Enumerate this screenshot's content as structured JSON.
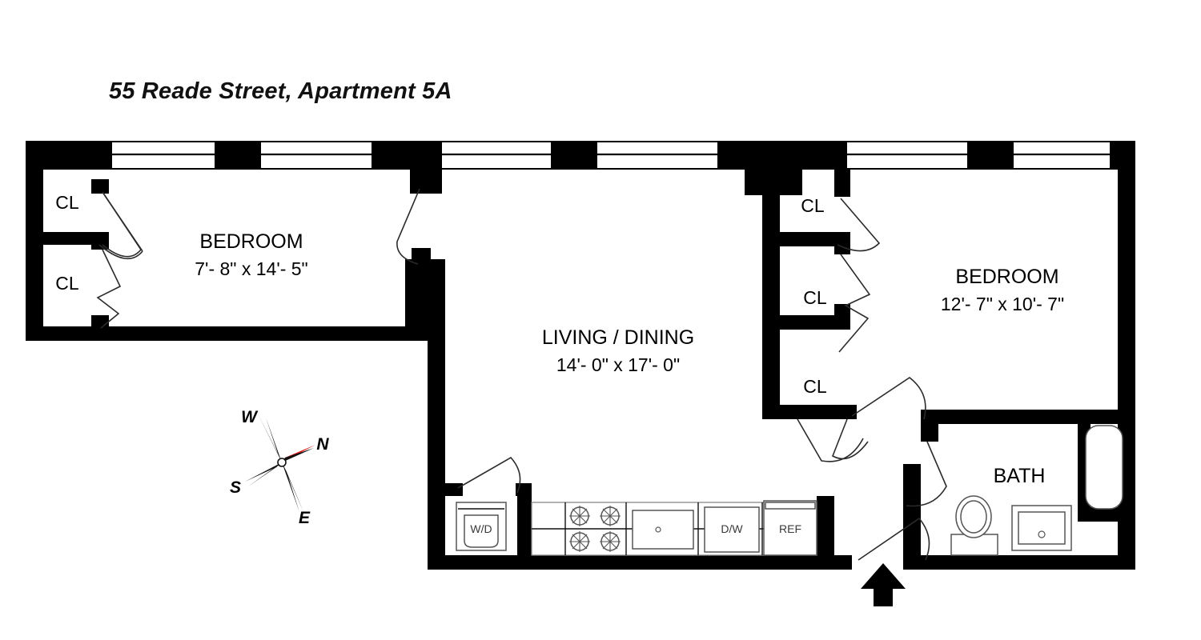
{
  "document": {
    "title": "55 Reade Street, Apartment 5A",
    "type": "floor-plan",
    "background_color": "#ffffff",
    "line_color": "#000000",
    "accent_color": "#e01b1b"
  },
  "rooms": [
    {
      "id": "bedroom-left",
      "name": "BEDROOM",
      "dimensions": "7'- 8\" x 14'- 5\""
    },
    {
      "id": "living-dining",
      "name": "LIVING / DINING",
      "dimensions": "14'- 0\" x 17'- 0\""
    },
    {
      "id": "bedroom-right",
      "name": "BEDROOM",
      "dimensions": "12'- 7\" x 10'- 7\""
    },
    {
      "id": "bath",
      "name": "BATH",
      "dimensions": ""
    }
  ],
  "closets": [
    {
      "id": "closet-left-upper",
      "label": "CL"
    },
    {
      "id": "closet-left-lower",
      "label": "CL"
    },
    {
      "id": "closet-right-upper",
      "label": "CL"
    },
    {
      "id": "closet-right-middle",
      "label": "CL"
    },
    {
      "id": "closet-right-lower",
      "label": "CL"
    }
  ],
  "appliances": [
    {
      "id": "washer-dryer",
      "label": "W/D"
    },
    {
      "id": "dishwasher",
      "label": "D/W"
    },
    {
      "id": "refrigerator",
      "label": "REF"
    },
    {
      "id": "range",
      "label": ""
    },
    {
      "id": "sink",
      "label": ""
    }
  ],
  "compass": {
    "north": "N",
    "east": "E",
    "south": "S",
    "west": "W",
    "needle_color": "#e01b1b"
  },
  "entry": {
    "marker": "entry-arrow"
  }
}
